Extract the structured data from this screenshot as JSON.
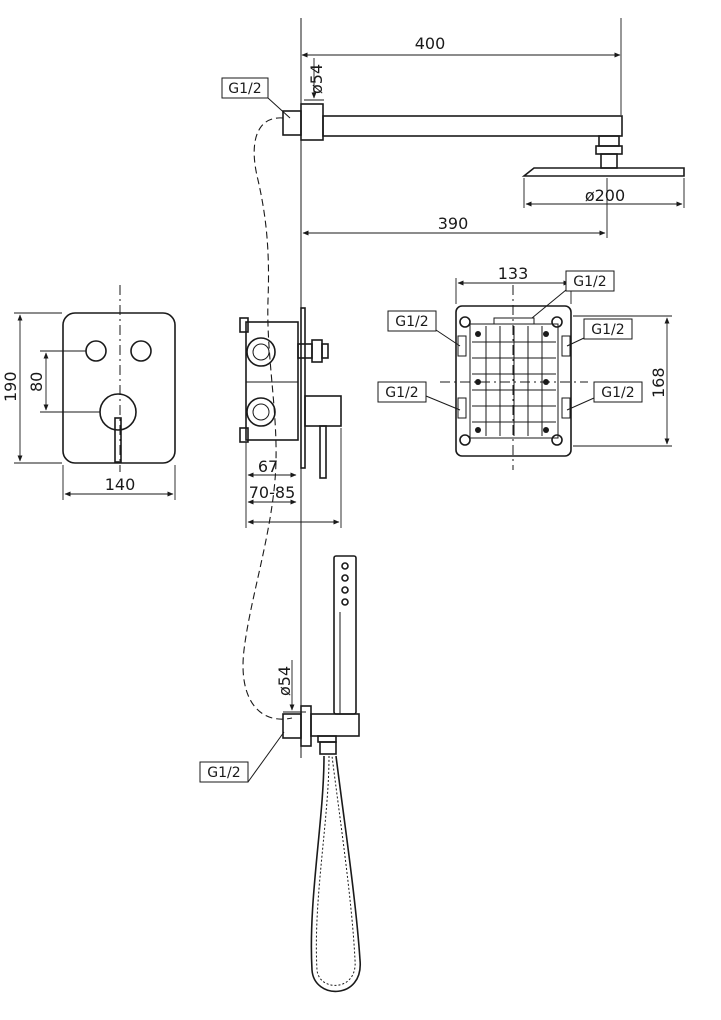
{
  "dimensions": {
    "arm_length": "400",
    "arm_projection": "390",
    "head_diameter": "ø200",
    "wall_flange_diameter_top": "ø54",
    "wall_flange_diameter_bottom": "ø54",
    "plate_width": "140",
    "plate_height": "190",
    "button_spacing": "80",
    "box_depth": "67",
    "install_depth": "70-85",
    "box_width": "133",
    "box_height": "168"
  },
  "thread_labels": [
    "G1/2",
    "G1/2",
    "G1/2",
    "G1/2",
    "G1/2",
    "G1/2",
    "G1/2"
  ]
}
